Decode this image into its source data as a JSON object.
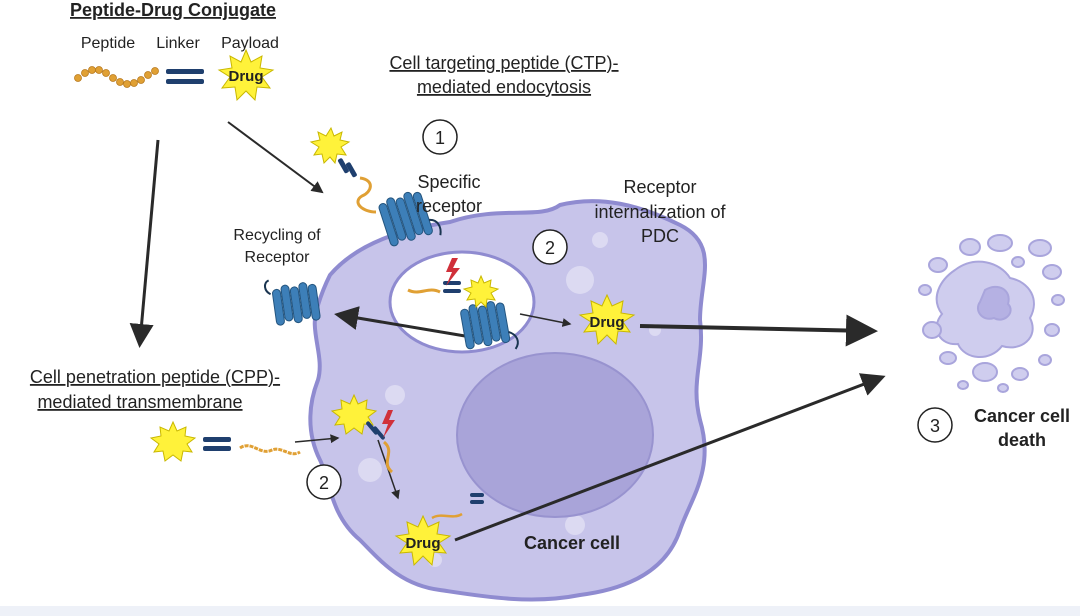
{
  "title": "Peptide-Drug Conjugate",
  "components": {
    "peptide": "Peptide",
    "linker": "Linker",
    "payload": "Payload"
  },
  "drug_label": "Drug",
  "ctp": {
    "line1": "Cell targeting peptide (CTP)-",
    "line2": "mediated endocytosis"
  },
  "cpp": {
    "line1": "Cell penetration peptide (CPP)-",
    "line2": "mediated transmembrane"
  },
  "specific_receptor": {
    "line1": "Specific",
    "line2": "receptor"
  },
  "recycling": {
    "line1": "Recycling of",
    "line2": "Receptor"
  },
  "internalization": {
    "line1": "Receptor",
    "line2": "internalization of",
    "line3": "PDC"
  },
  "cancer_cell": "Cancer cell",
  "death": {
    "line1": "Cancer cell",
    "line2": "death"
  },
  "steps": {
    "one": "1",
    "two": "2",
    "three": "3"
  },
  "colors": {
    "cell_fill": "#c7c4ea",
    "cell_stroke": "#8f8bd0",
    "nucleus": "#a9a4d9",
    "receptor": "#3d7fb8",
    "peptide": "#e0a034",
    "linker": "#1f3f6e",
    "drug": "#fff23a",
    "arrow": "#2a2a2a"
  },
  "icons": [
    "drug-starburst-icon",
    "receptor-icon",
    "lightning-icon",
    "peptide-chain-icon",
    "linker-icon"
  ]
}
